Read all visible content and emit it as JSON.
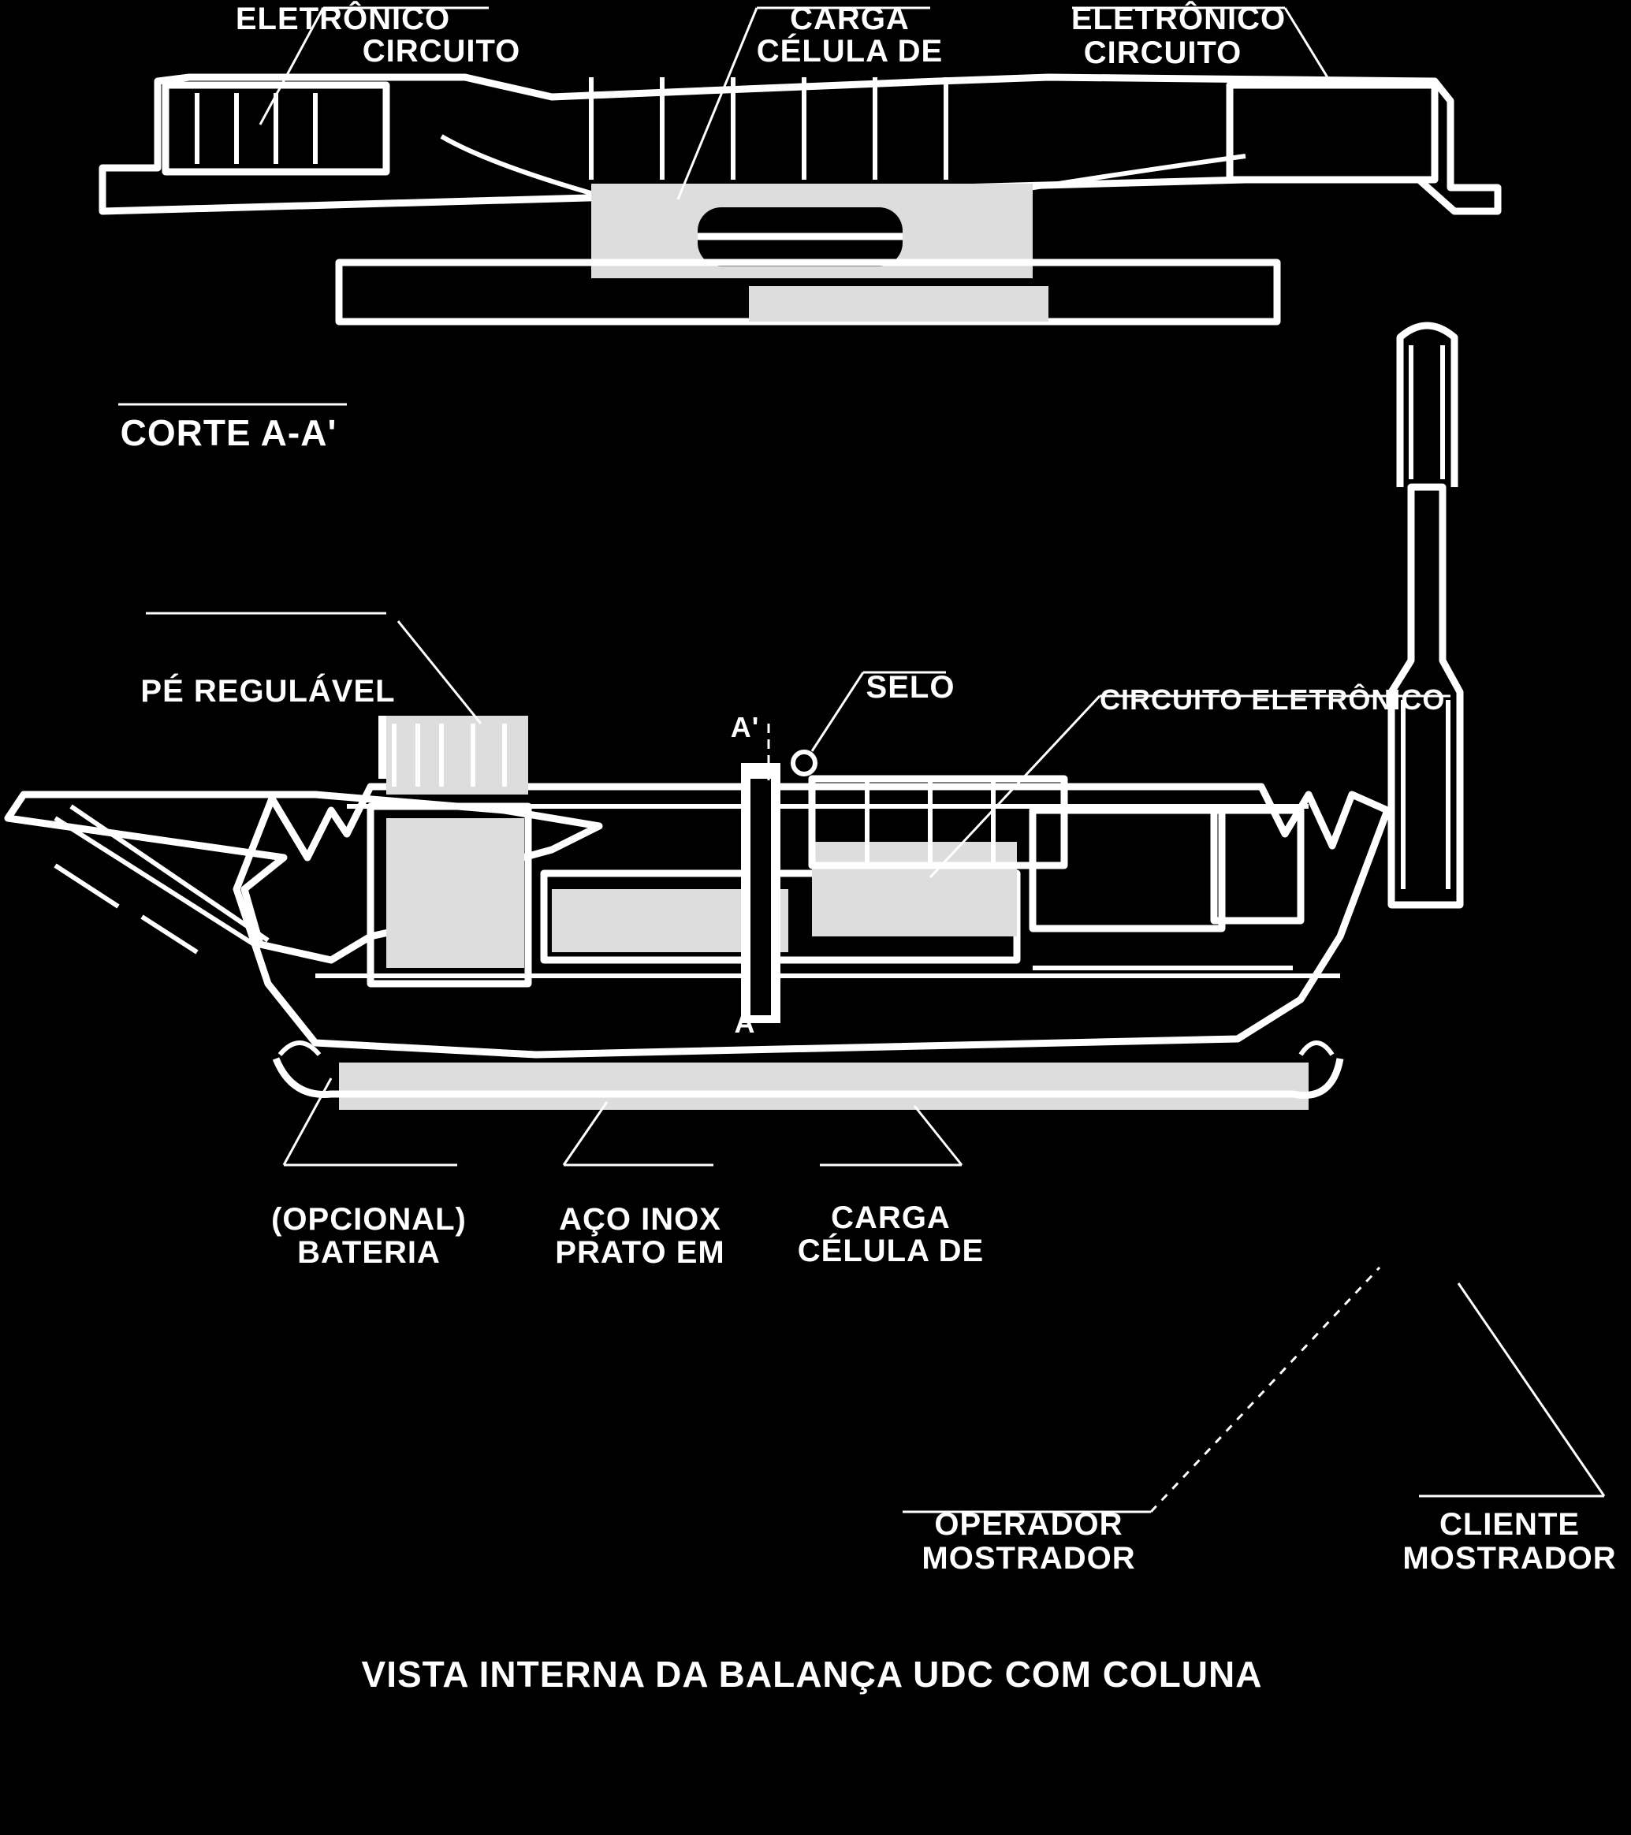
{
  "section_view": {
    "title": "CORTE A-A'",
    "labels": {
      "left_circuit_line1": "CIRCUITO",
      "left_circuit_line2": "ELETRÔNICO",
      "load_cell_line1": "CÉLULA DE",
      "load_cell_line2": "CARGA",
      "right_circuit_line1": "CIRCUITO",
      "right_circuit_line2": "ELETRÔNICO"
    }
  },
  "main_view": {
    "title": "VISTA INTERNA DA BALANÇA UDC COM COLUNA",
    "labels": {
      "adjustable_foot": "PÉ REGULÁVEL",
      "seal": "SELO",
      "section_mark_top": "A'",
      "section_mark_bottom": "A",
      "electronic_circuit": "CIRCUITO ELETRÔNICO",
      "battery_line1": "BATERIA",
      "battery_line2": "(OPCIONAL)",
      "plate_line1": "PRATO EM",
      "plate_line2": "AÇO INOX",
      "load_cell_line1": "CÉLULA DE",
      "load_cell_line2": "CARGA",
      "operator_display_line1": "MOSTRADOR",
      "operator_display_line2": "OPERADOR",
      "client_display_line1": "MOSTRADOR",
      "client_display_line2": "CLIENTE"
    }
  },
  "colors": {
    "background": "#000000",
    "foreground": "#ffffff"
  }
}
